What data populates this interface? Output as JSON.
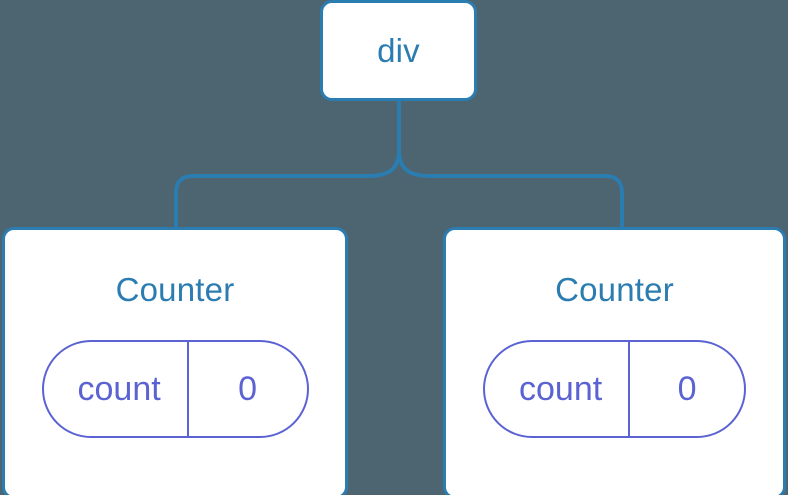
{
  "diagram": {
    "type": "component-tree",
    "background_color": "#4c6570",
    "node_border_color": "#2b7cb0",
    "node_title_color": "#2b7cb0",
    "pill_color": "#5b63d3",
    "connector_color": "#2b7cb0",
    "root": {
      "label": "div"
    },
    "children": [
      {
        "label": "Counter",
        "state": {
          "key": "count",
          "value": "0"
        }
      },
      {
        "label": "Counter",
        "state": {
          "key": "count",
          "value": "0"
        }
      }
    ]
  }
}
